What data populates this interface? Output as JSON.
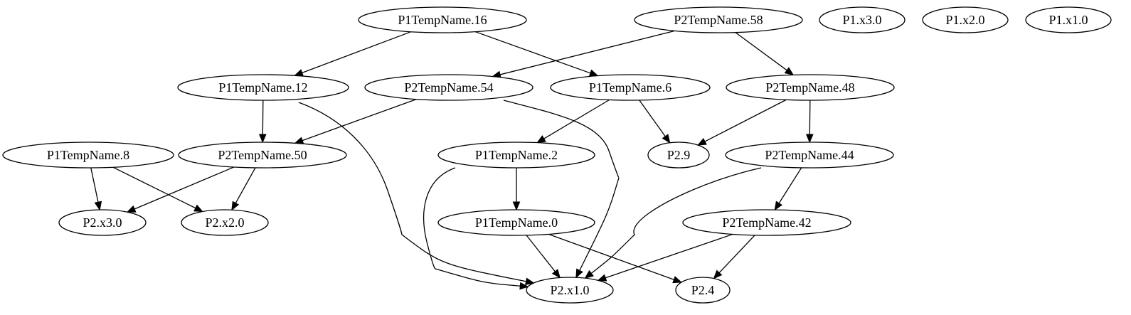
{
  "graph": {
    "nodes": {
      "p1tn16": "P1TempName.16",
      "p2tn58": "P2TempName.58",
      "p1x30": "P1.x3.0",
      "p1x20": "P1.x2.0",
      "p1x10": "P1.x1.0",
      "p1tn12": "P1TempName.12",
      "p2tn54": "P2TempName.54",
      "p1tn6": "P1TempName.6",
      "p2tn48": "P2TempName.48",
      "p1tn8": "P1TempName.8",
      "p2tn50": "P2TempName.50",
      "p1tn2": "P1TempName.2",
      "p29": "P2.9",
      "p2tn44": "P2TempName.44",
      "p2x30": "P2.x3.0",
      "p2x20": "P2.x2.0",
      "p1tn0": "P1TempName.0",
      "p2tn42": "P2TempName.42",
      "p2x10": "P2.x1.0",
      "p24": "P2.4"
    },
    "edges": [
      [
        "p1tn16",
        "p1tn12"
      ],
      [
        "p1tn16",
        "p1tn6"
      ],
      [
        "p2tn58",
        "p2tn54"
      ],
      [
        "p2tn58",
        "p2tn48"
      ],
      [
        "p1tn12",
        "p2tn50"
      ],
      [
        "p1tn12",
        "p2x10"
      ],
      [
        "p2tn54",
        "p2tn50"
      ],
      [
        "p2tn54",
        "p2x10"
      ],
      [
        "p1tn6",
        "p1tn2"
      ],
      [
        "p1tn6",
        "p29"
      ],
      [
        "p2tn48",
        "p29"
      ],
      [
        "p2tn48",
        "p2tn44"
      ],
      [
        "p1tn8",
        "p2x30"
      ],
      [
        "p1tn8",
        "p2x20"
      ],
      [
        "p2tn50",
        "p2x30"
      ],
      [
        "p2tn50",
        "p2x20"
      ],
      [
        "p1tn2",
        "p1tn0"
      ],
      [
        "p1tn2",
        "p2x10"
      ],
      [
        "p2tn44",
        "p2tn42"
      ],
      [
        "p2tn44",
        "p2x10"
      ],
      [
        "p1tn0",
        "p2x10"
      ],
      [
        "p1tn0",
        "p24"
      ],
      [
        "p2tn42",
        "p2x10"
      ],
      [
        "p2tn42",
        "p24"
      ]
    ]
  }
}
